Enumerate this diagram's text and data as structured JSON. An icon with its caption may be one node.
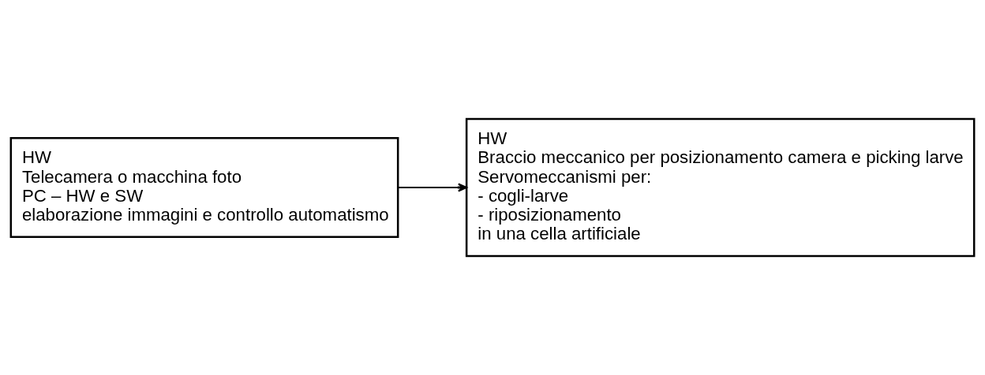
{
  "diagram": {
    "nodes": [
      {
        "text": [
          "HW",
          "Telecamera o macchina foto",
          "PC – HW e SW",
          "elaborazione immagini e controllo automatismo"
        ]
      },
      {
        "text": [
          "HW",
          "Braccio meccanico per posizionamento camera e picking larve",
          "Servomeccanismi per:",
          "- cogli-larve",
          "- riposizionamento",
          "in una cella artificiale"
        ]
      }
    ],
    "edges": [
      {
        "from": 0,
        "to": 1,
        "arrow": "to"
      }
    ]
  }
}
